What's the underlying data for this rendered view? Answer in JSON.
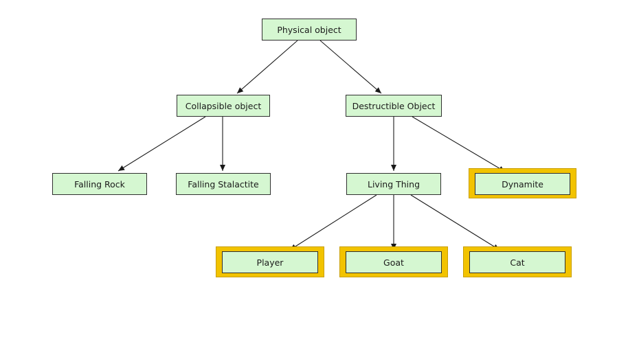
{
  "nodes": {
    "physical_object": "Physical object",
    "collapsible_object": "Collapsible object",
    "destructible_object": "Destructible Object",
    "falling_rock": "Falling Rock",
    "falling_stalactite": "Falling Stalactite",
    "living_thing": "Living Thing",
    "dynamite": "Dynamite",
    "player": "Player",
    "goat": "Goat",
    "cat": "Cat"
  },
  "colors": {
    "node_fill": "#d5f7d1",
    "node_border": "#2f2f2f",
    "highlight": "#f2c300",
    "edge": "#1a1a1a"
  }
}
